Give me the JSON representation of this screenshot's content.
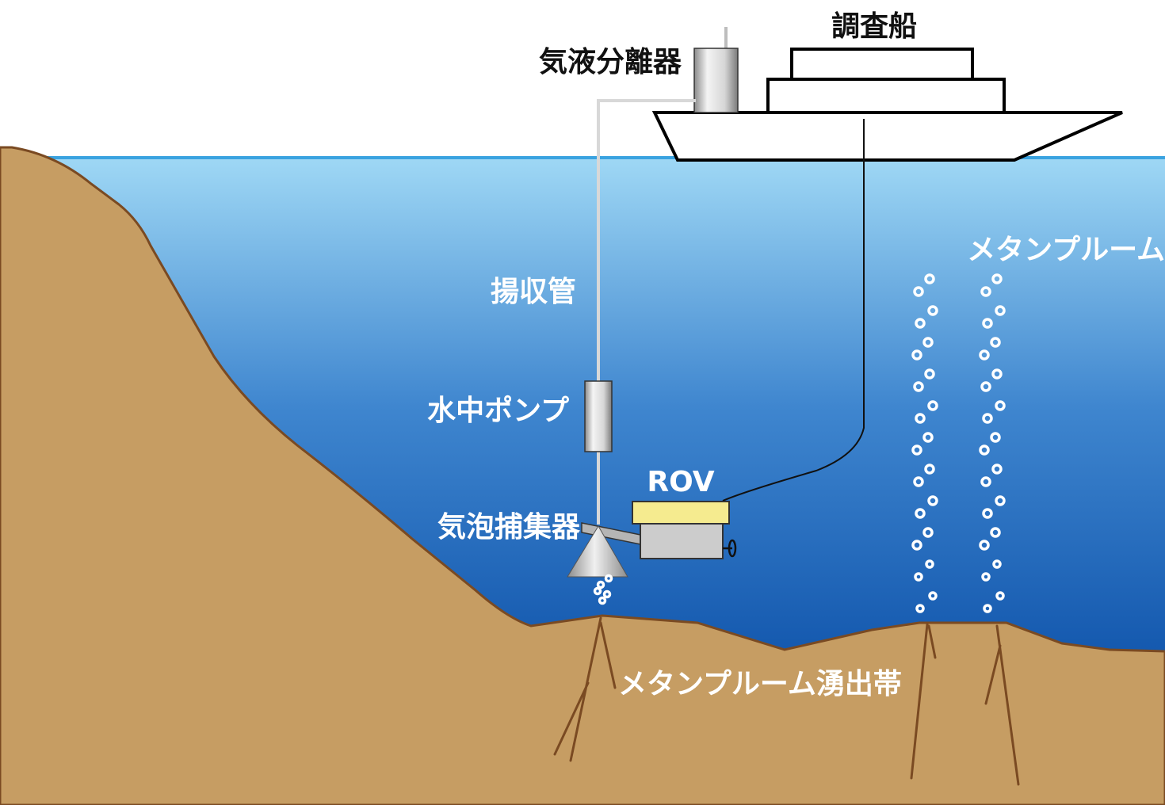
{
  "labels": {
    "ship": "調査船",
    "separator": "気液分離器",
    "riser_pipe": "揚収管",
    "pump": "水中ポンプ",
    "rov": "ROV",
    "collector": "気泡捕集器",
    "plume": "メタンプルーム",
    "seep_zone": "メタンプルーム湧出帯"
  },
  "colors": {
    "sky": "#ffffff",
    "water_top": "#9fd8f5",
    "water_mid": "#3f86cf",
    "water_bottom": "#0a4ea7",
    "surface_line": "#3aa3e0",
    "seabed": "#c69d63",
    "seabed_outline": "#7a4a22",
    "rov_top": "#f5eb8f",
    "rov_body": "#cccccc",
    "pipe": "#d8d8d8"
  }
}
